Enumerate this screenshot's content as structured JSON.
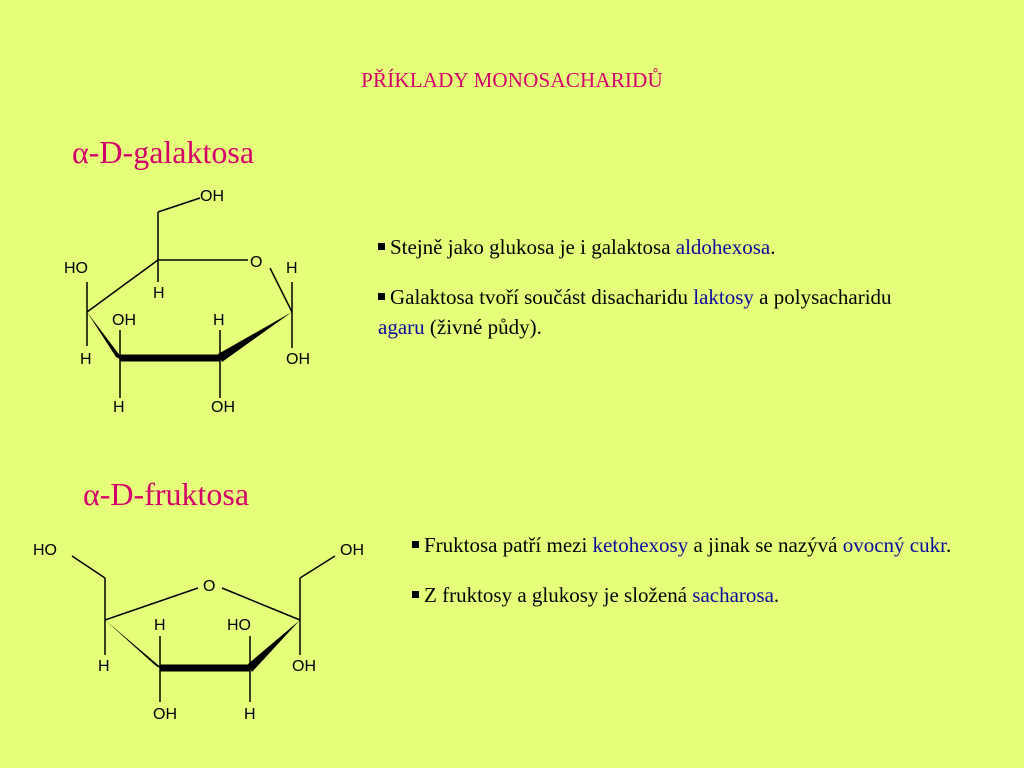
{
  "title": "PŘÍKLADY MONOSACHARIDŮ",
  "galactose": {
    "heading": "α-D-galaktosa",
    "atoms": {
      "c6_oh": "OH",
      "ring_o": "O",
      "c4_ho": "HO",
      "c5_h": "H",
      "c1_h": "H",
      "c3_oh": "OH",
      "c2_h": "H",
      "c4_h": "H",
      "c1_oh": "OH",
      "c3_h": "H",
      "c2_oh": "OH"
    },
    "bullets": [
      {
        "pre": "Stejně  jako glukosa je i galaktosa ",
        "hl": "aldohexosa",
        "post": "."
      },
      {
        "pre": "Galaktosa tvoří součást disacharidu ",
        "hl": "laktosy",
        "mid": " a polysacharidu ",
        "hl2": "agaru",
        "post": " (živné půdy)."
      }
    ]
  },
  "fructose": {
    "heading": "α-D-fruktosa",
    "atoms": {
      "c6_ho": "HO",
      "c1_oh": "OH",
      "ring_o": "O",
      "c4_h_top": "H",
      "c3_ho_top": "HO",
      "c5_h": "H",
      "c2_oh": "OH",
      "c4_oh": "OH",
      "c3_h": "H"
    },
    "bullets": [
      {
        "pre": "Fruktosa patří mezi ",
        "hl": "ketohexosy",
        "mid": " a jinak se nazývá ",
        "hl2": "ovocný cukr",
        "post": "."
      },
      {
        "pre": "Z fruktosy a glukosy je složená ",
        "hl": "sacharosa",
        "post": "."
      }
    ]
  }
}
